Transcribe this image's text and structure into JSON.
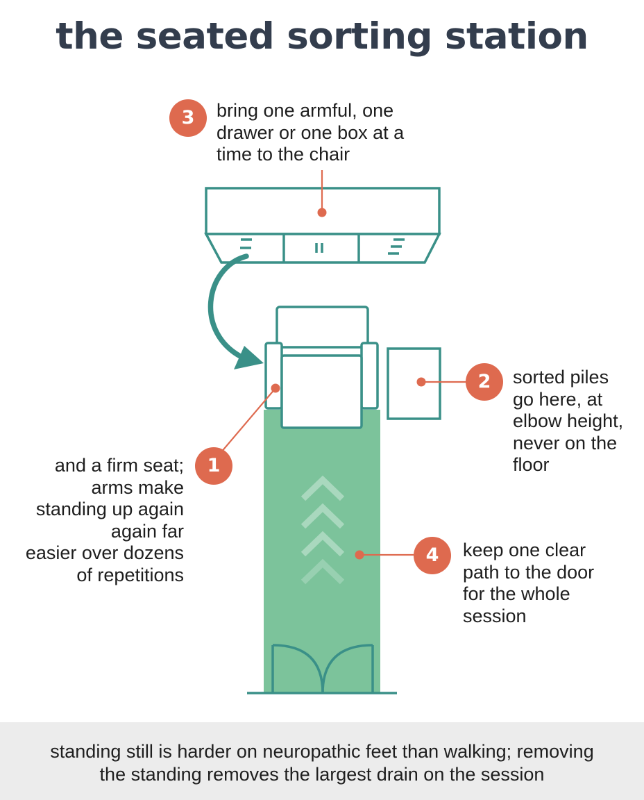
{
  "title": "the seated sorting station",
  "colors": {
    "teal": "#3a9088",
    "coral": "#de6a4f",
    "path_green": "#7cc39b",
    "title": "#333d4d",
    "footer_bg": "#ececec"
  },
  "callouts": [
    {
      "number": "1",
      "text": "and a firm seat;\narms make\nstanding up again\nagain far\neasier over dozens\nof repetitions"
    },
    {
      "number": "2",
      "text": "sorted piles\ngo here, at\nelbow height,\nnever on the\nfloor"
    },
    {
      "number": "3",
      "text": "bring one armful, one\ndrawer or one box at a\ntime to the chair"
    },
    {
      "number": "4",
      "text": "keep one clear\npath to the door\nfor the whole\nsession"
    }
  ],
  "footer": "standing still is harder on neuropathic feet than walking; removing\nthe standing removes the largest drain on the session",
  "icons": [
    "dresser-icon",
    "armchair-icon",
    "side-table-icon",
    "curved-arrow-icon",
    "chevron-up-icon",
    "door-icon"
  ]
}
